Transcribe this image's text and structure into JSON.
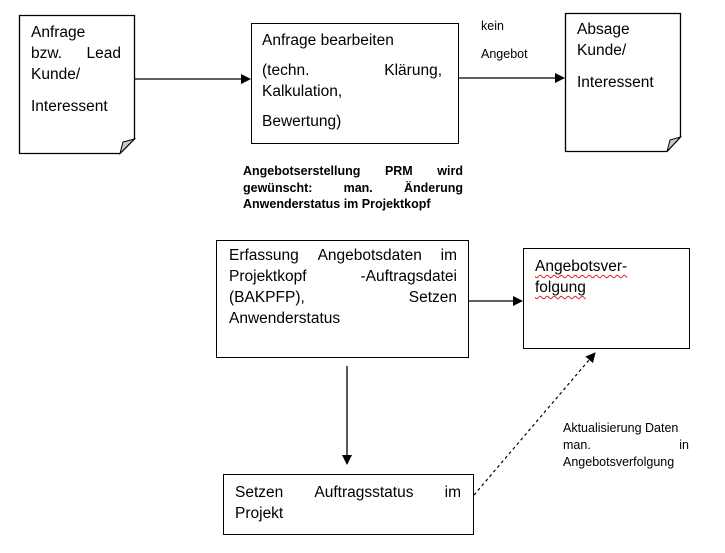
{
  "diagram": {
    "nodes": {
      "anfrage": {
        "type": "document",
        "lines": [
          "Anfrage",
          "bzw.",
          "Lead",
          "Kunde/",
          "Interessent"
        ]
      },
      "bearbeiten": {
        "type": "process",
        "title": "Anfrage bearbeiten",
        "line2a": "(techn.",
        "line2b": "Klärung,",
        "line3": "Kalkulation,",
        "line4": "Bewertung)"
      },
      "absage": {
        "type": "document",
        "lines": [
          "Absage",
          "Kunde/",
          "Interessent"
        ]
      },
      "erfassung": {
        "type": "process",
        "line1": [
          "Erfassung",
          "Angebotsdaten",
          "im"
        ],
        "line2": [
          "Projektkopf",
          "-Auftragsdatei"
        ],
        "line3": [
          "(BAKPFP),",
          "Setzen"
        ],
        "line4": "Anwenderstatus"
      },
      "verfolgung": {
        "type": "process",
        "line1": "Angebotsver-",
        "line2": "folgung"
      },
      "auftragsstatus": {
        "type": "process",
        "line1": [
          "Setzen",
          "Auftragsstatus",
          "im"
        ],
        "line2": "Projekt"
      }
    },
    "labels": {
      "kein_angebot": [
        "kein",
        "Angebot"
      ],
      "angebotserstellung": {
        "line1": [
          "Angebotserstellung",
          "PRM",
          "wird"
        ],
        "line2": [
          "gewünscht:",
          "man.",
          "Änderung"
        ],
        "line3": "Anwenderstatus im Projektkopf"
      },
      "aktualisierung": {
        "line1": "Aktualisierung Daten",
        "line2": [
          "man.",
          "in"
        ],
        "line3": "Angebotsverfolgung"
      }
    },
    "edges": [
      {
        "from": "anfrage",
        "to": "bearbeiten",
        "style": "solid"
      },
      {
        "from": "bearbeiten",
        "to": "absage",
        "style": "solid",
        "label": "kein Angebot"
      },
      {
        "from": "erfassung",
        "to": "verfolgung",
        "style": "solid"
      },
      {
        "from": "erfassung",
        "to": "auftragsstatus",
        "style": "solid"
      },
      {
        "from": "auftragsstatus",
        "to": "verfolgung",
        "style": "dashed",
        "label": "Aktualisierung Daten man. in Angebotsverfolgung"
      }
    ]
  }
}
